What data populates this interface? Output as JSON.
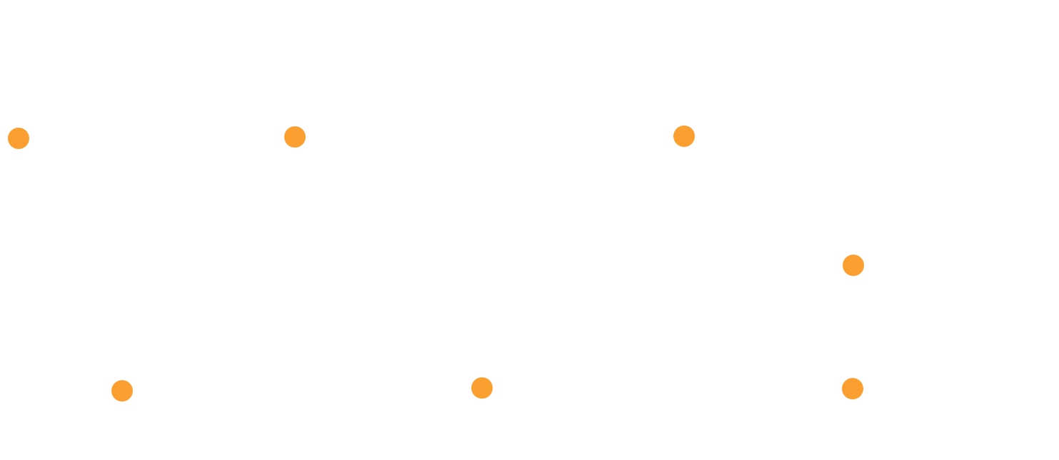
{
  "page": {
    "background_color": "#ffffff"
  },
  "dots": {
    "color": "#fba030",
    "count": 7,
    "items": [
      {
        "icon": "circle-dot"
      },
      {
        "icon": "circle-dot"
      },
      {
        "icon": "circle-dot"
      },
      {
        "icon": "circle-dot"
      },
      {
        "icon": "circle-dot"
      },
      {
        "icon": "circle-dot"
      },
      {
        "icon": "circle-dot"
      }
    ]
  }
}
